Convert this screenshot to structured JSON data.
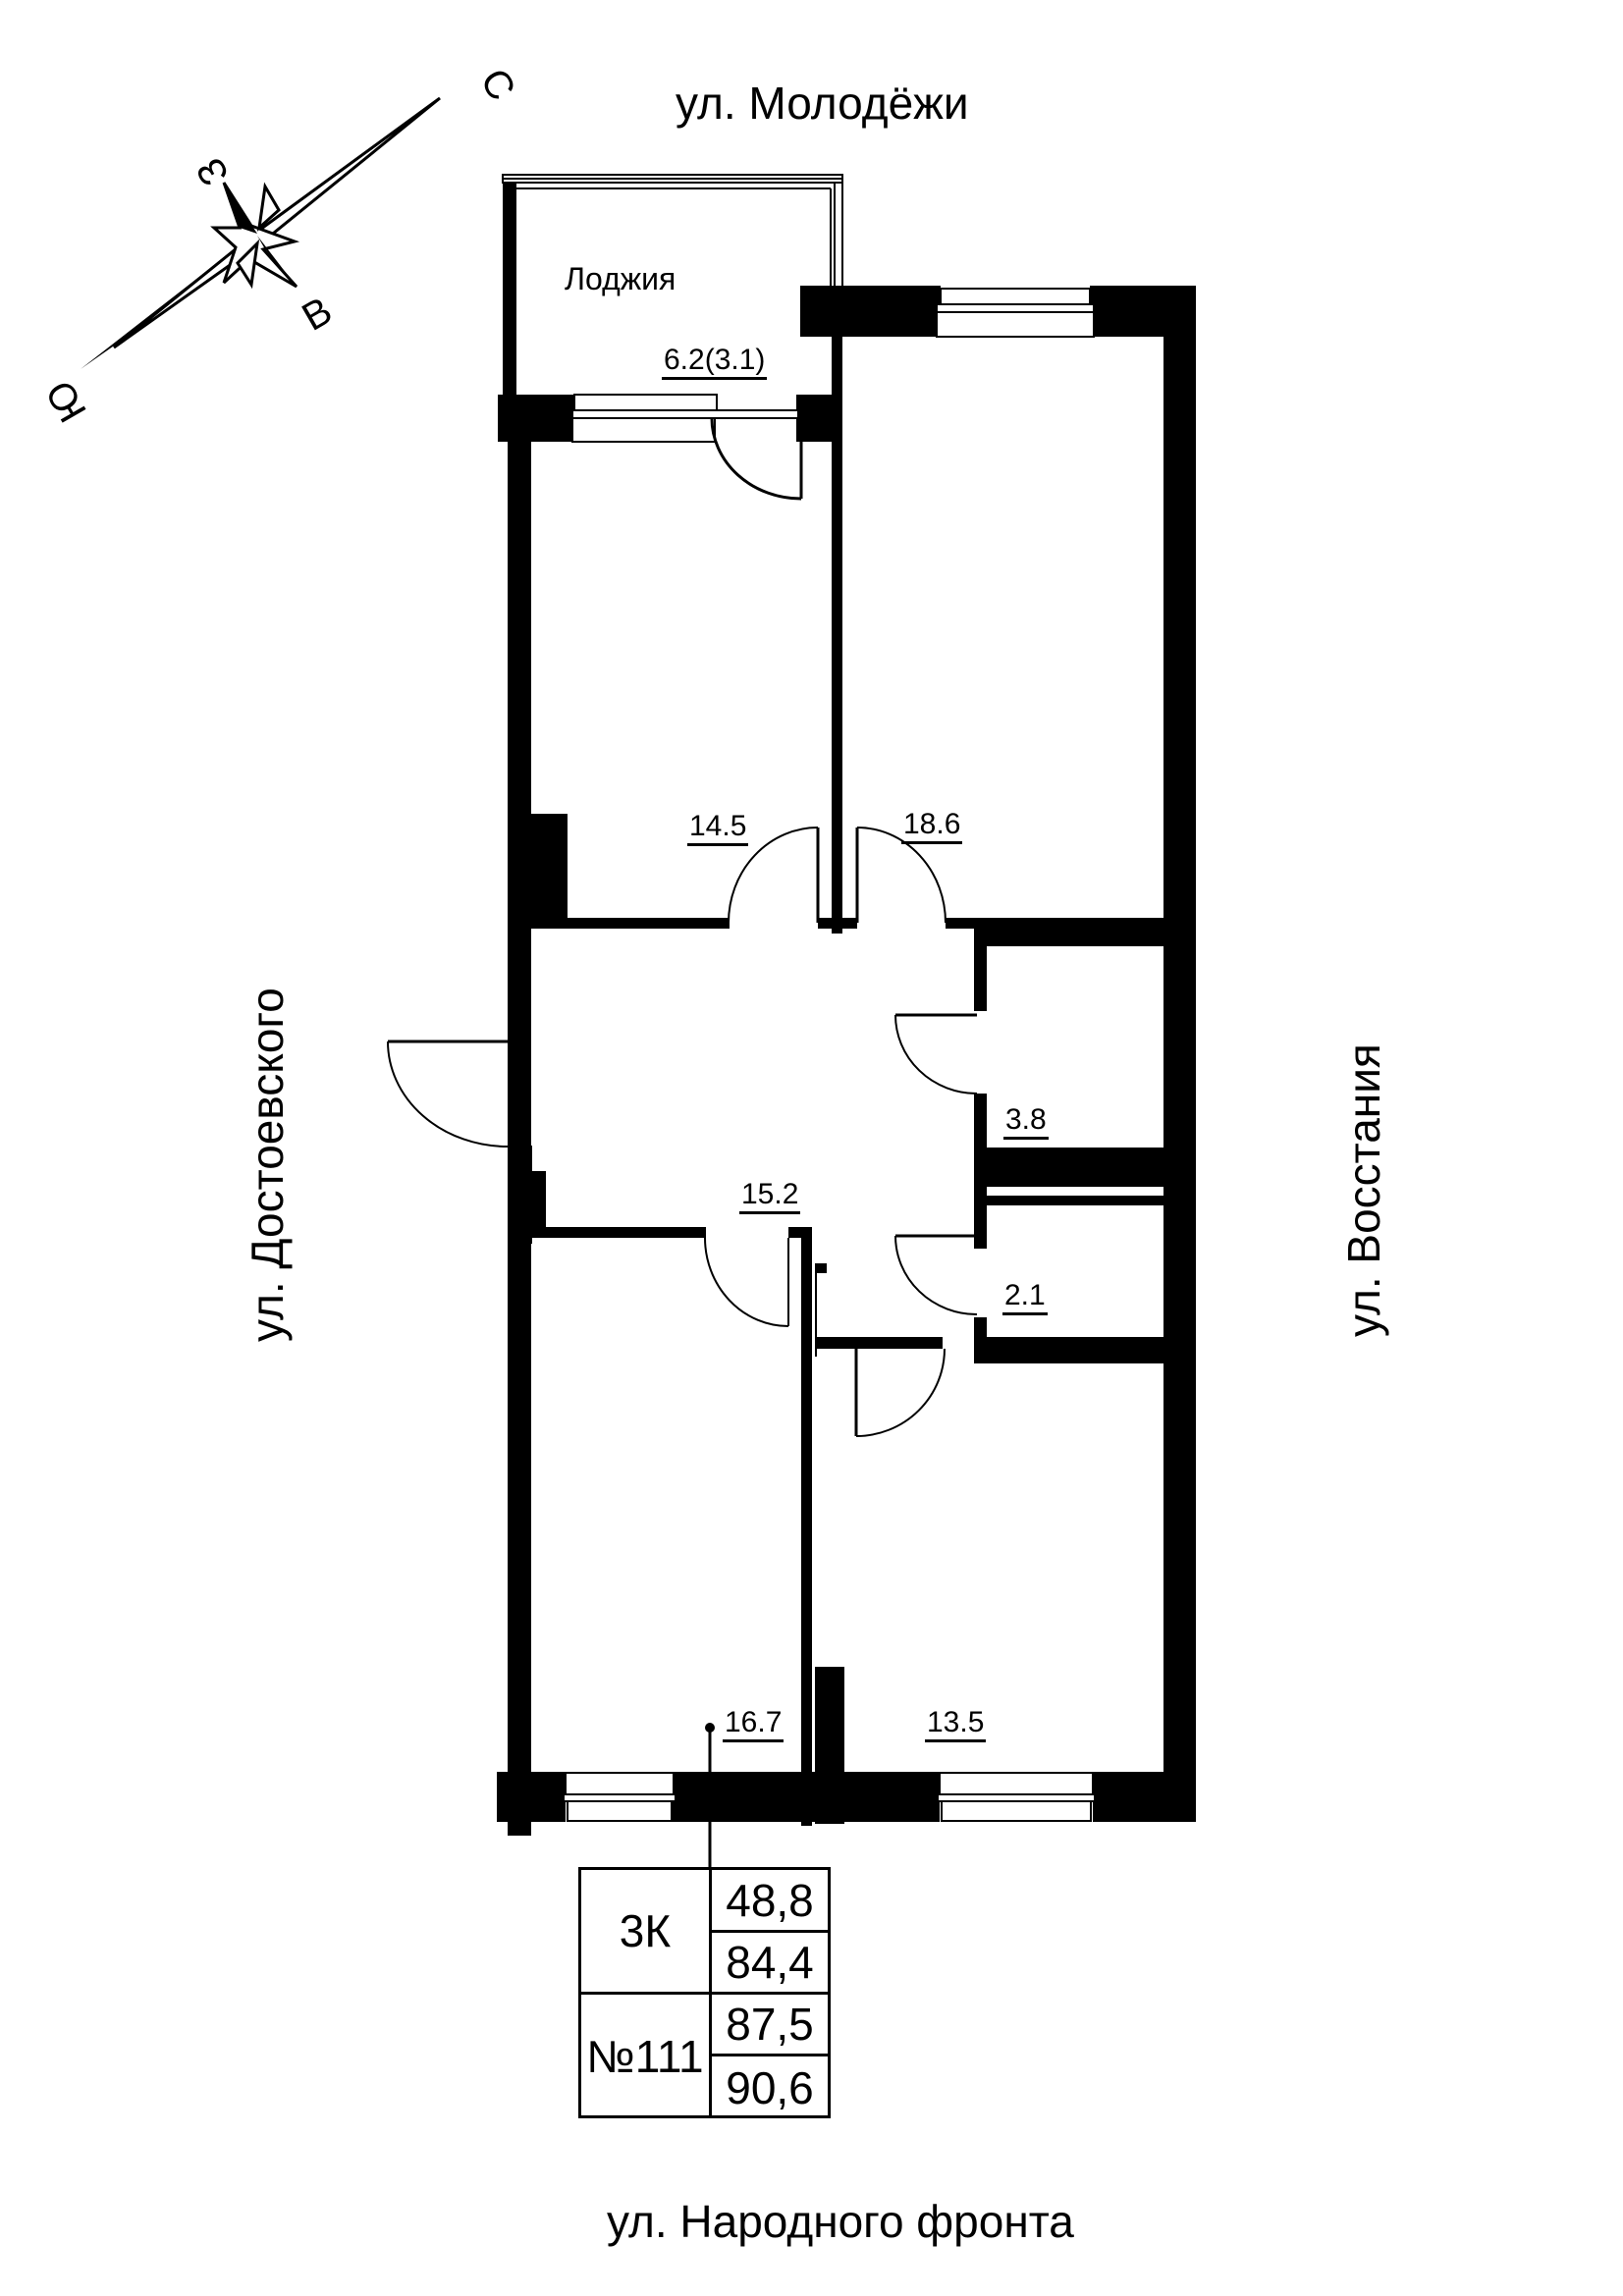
{
  "streets": {
    "north": "ул. Молодёжи",
    "south": "ул. Народного фронта",
    "west": "ул. Достоевского",
    "east": "ул. Восстания"
  },
  "compass": {
    "north": "С",
    "south": "Ю",
    "west": "З",
    "east": "В"
  },
  "rooms": [
    {
      "id": "loggia",
      "name": "Лоджия",
      "area": "6.2(3.1)"
    },
    {
      "id": "bedroom-nw",
      "area": "14.5"
    },
    {
      "id": "bedroom-ne",
      "area": "18.6"
    },
    {
      "id": "hallway",
      "area": "15.2"
    },
    {
      "id": "bathroom",
      "area": "3.8"
    },
    {
      "id": "wc",
      "area": "2.1"
    },
    {
      "id": "bedroom-sw",
      "area": "16.7"
    },
    {
      "id": "bedroom-se",
      "area": "13.5"
    }
  ],
  "info_table": {
    "type": "3К",
    "number": "№111",
    "values": [
      "48,8",
      "84,4",
      "87,5",
      "90,6"
    ]
  },
  "colors": {
    "wall": "#000000",
    "background": "#ffffff"
  }
}
